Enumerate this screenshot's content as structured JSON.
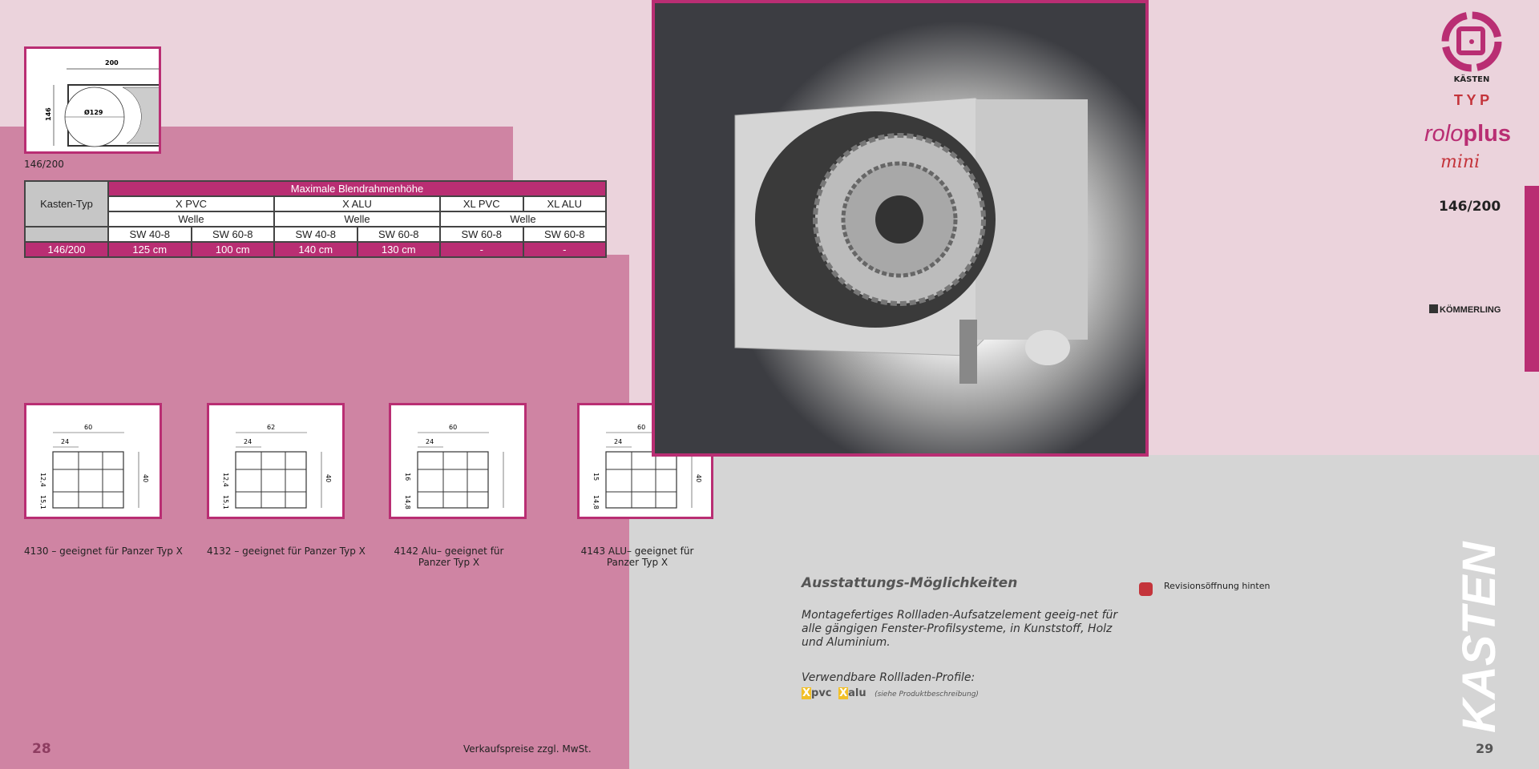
{
  "left_page": {
    "main_drawing": {
      "width_label": "200",
      "height_label": "146",
      "diameter_label": "Ø129"
    },
    "main_caption": "146/200",
    "table": {
      "corner": "Kasten-Typ",
      "group_header": "Maximale Blendrahmenhöhe",
      "profiles": [
        "X PVC",
        "X ALU",
        "XL  PVC",
        "XL  ALU"
      ],
      "shaft_label": "Welle",
      "sw": [
        "SW 40-8",
        "SW 60-8",
        "SW 40-8",
        "SW 60-8",
        "SW 60-8",
        "SW 60-8"
      ],
      "row": {
        "type": "146/200",
        "values": [
          "125 cm",
          "100 cm",
          "140 cm",
          "130 cm",
          "-",
          "-"
        ]
      }
    },
    "profiles": [
      {
        "w": "60",
        "i": "24",
        "h": "40",
        "a": "12,4",
        "b": "15,1",
        "caption": "4130 – geeignet für Panzer Typ X"
      },
      {
        "w": "62",
        "i": "24",
        "h": "40",
        "a": "12,4",
        "b": "15,1",
        "caption": "4132 – geeignet für Panzer Typ X"
      },
      {
        "w": "60",
        "i": "24",
        "h": "",
        "a": "16",
        "b": "14,8",
        "caption": "4142 Alu– geeignet für Panzer Typ X"
      },
      {
        "w": "60",
        "i": "24",
        "h": "40",
        "a": "15",
        "b": "14,8",
        "caption": "4143 ALU– geeignet für Panzer Typ X"
      }
    ],
    "page_number": "28",
    "footer": "Verkaufspreise zzgl. MwSt."
  },
  "right_page": {
    "brand": {
      "kaesten": "KÄSTEN",
      "typ": "T Y P",
      "rolo": "rolo",
      "plus": "plus",
      "mini": "mini",
      "model": "146/200",
      "maker": "KÖMMERLING"
    },
    "section_title": "Ausstattungs-Möglichkeiten",
    "description": "Montagefertiges Rollladen-Aufsatzelement geeig-net für alle gängigen Fenster-Profilsysteme, in Kunststoff, Holz und Aluminium.",
    "profiles_label": "Verwendbare Rollladen-Profile:",
    "profile_badges": [
      {
        "x": "X",
        "t": "pvc"
      },
      {
        "x": "X",
        "t": "alu"
      }
    ],
    "profiles_note": "(siehe Produktbeschreibung)",
    "feature": "Revisionsöffnung hinten",
    "vertical_title": "KASTEN",
    "page_number": "29"
  },
  "colors": {
    "magenta": "#b92e73",
    "pink": "#cf84a3",
    "light": "#ebd3dc",
    "feature_red": "#c4343b"
  }
}
